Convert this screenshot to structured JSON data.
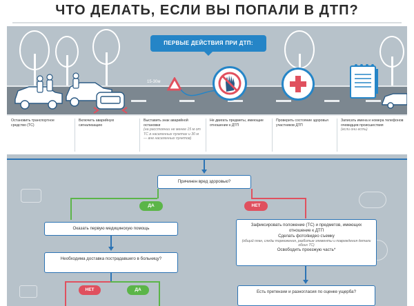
{
  "page": {
    "title": "ЧТО ДЕЛАТЬ, ЕСЛИ ВЫ ПОПАЛИ В ДТП?"
  },
  "header": {
    "badge": "ПЕРВЫЕ ДЕЙСТВИЯ ПРИ ДТП:",
    "distance": "15-30м"
  },
  "steps": [
    {
      "text": "Остановить транспортное средство (ТС)",
      "note": ""
    },
    {
      "text": "Включить аварийную сигнализацию",
      "note": ""
    },
    {
      "text": "Выставить знак аварийной остановки",
      "note": "(на расстоянии не менее 15 м от ТС в населенных пунктах и 30 м — вне населенных пунктов)"
    },
    {
      "text": "Не двигать предметы, имеющие отношение к ДТП",
      "note": ""
    },
    {
      "text": "Проверить состояние здоровья участников ДТП",
      "note": ""
    },
    {
      "text": "Записать имена и номера телефонов очевидцев происшествия",
      "note": "(если они есть)"
    }
  ],
  "flow": {
    "question_health": "Причинен вред здоровью?",
    "yes": "ДА",
    "no": "НЕТ",
    "first_aid": "Оказать первую медицинскую помощь",
    "hospital_question": "Необходима доставка пострадавшего в больницу?",
    "fix_title": "Зафиксировать положение (ТС) и предметов, имеющих отношение к ДТП",
    "fix_photo": "Сделать фото/видео съемку",
    "fix_note": "(общий план, следы торможения, разбитые элементы и повреждения детали обоих ТС)",
    "free_lane": "Освободить проезжую часть*",
    "claims_question": "Есть претензии и разногласия по оценке ущерба?"
  },
  "colors": {
    "accent_blue": "#2585c7",
    "panel_bg": "#b7c2ca",
    "yes_green": "#5bb548",
    "no_red": "#e0505e"
  }
}
